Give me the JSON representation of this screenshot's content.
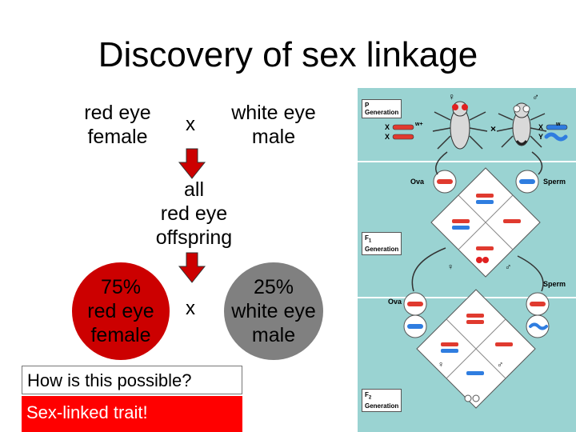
{
  "title": "Discovery of sex linkage",
  "parents": {
    "female": [
      "red eye",
      "female"
    ],
    "cross": "x",
    "male": [
      "white eye",
      "male"
    ]
  },
  "offspring": [
    "all",
    "red eye",
    "offspring"
  ],
  "f2": {
    "left": [
      "75%",
      "red eye",
      "female"
    ],
    "cross": "x",
    "right": [
      "25%",
      "white eye",
      "male"
    ]
  },
  "question": "How is this possible?",
  "answer": "Sex-linked trait!",
  "figure": {
    "p_generation": [
      "P",
      "Generation"
    ],
    "f1_generation": [
      "F",
      "1",
      "Generation"
    ],
    "f2_generation": [
      "F",
      "2",
      "Generation"
    ],
    "ova": "Ova",
    "sperm": "Sperm",
    "female_symbol": "♀",
    "male_symbol": "♂",
    "x": "X",
    "y": "Y",
    "cross_symbol": "×",
    "allele_wild": "w+",
    "allele_mutant": "w"
  },
  "colors": {
    "red_ellipse": "#cc0000",
    "gray_ellipse": "#808080",
    "arrow_fill": "#cc0000",
    "answer_bg": "#ff0000",
    "panel_bg": "#9ad3d2",
    "diamond_bg": "#ffffff",
    "red_chromosome": "#e03a2f",
    "blue_chromosome": "#2f7de0"
  }
}
